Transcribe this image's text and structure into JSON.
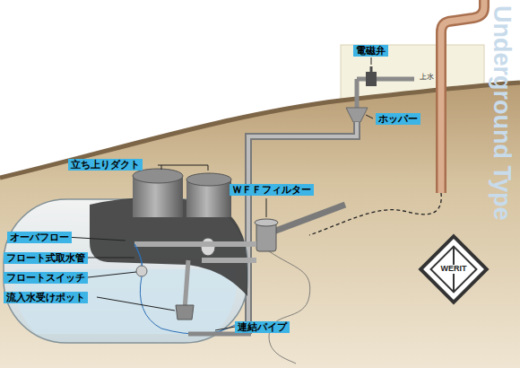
{
  "diagram": {
    "nodes": [
      {
        "text": [
          "電磁弁"
        ]
      },
      {
        "text": [
          "ホッパー"
        ]
      },
      {
        "text": [
          "立ち上りダクト"
        ]
      },
      {
        "text": [
          "ＷＦＦフィルター"
        ]
      },
      {
        "text": [
          "オーバフロー"
        ]
      },
      {
        "text": [
          "フロート式取水管"
        ]
      },
      {
        "text": [
          "フロートスイッチ"
        ]
      },
      {
        "text": [
          "流入水受けポット"
        ]
      },
      {
        "text": [
          "連結パイプ"
        ]
      }
    ],
    "labels": [
      "上水",
      "Underground Type",
      "WERIT"
    ]
  }
}
